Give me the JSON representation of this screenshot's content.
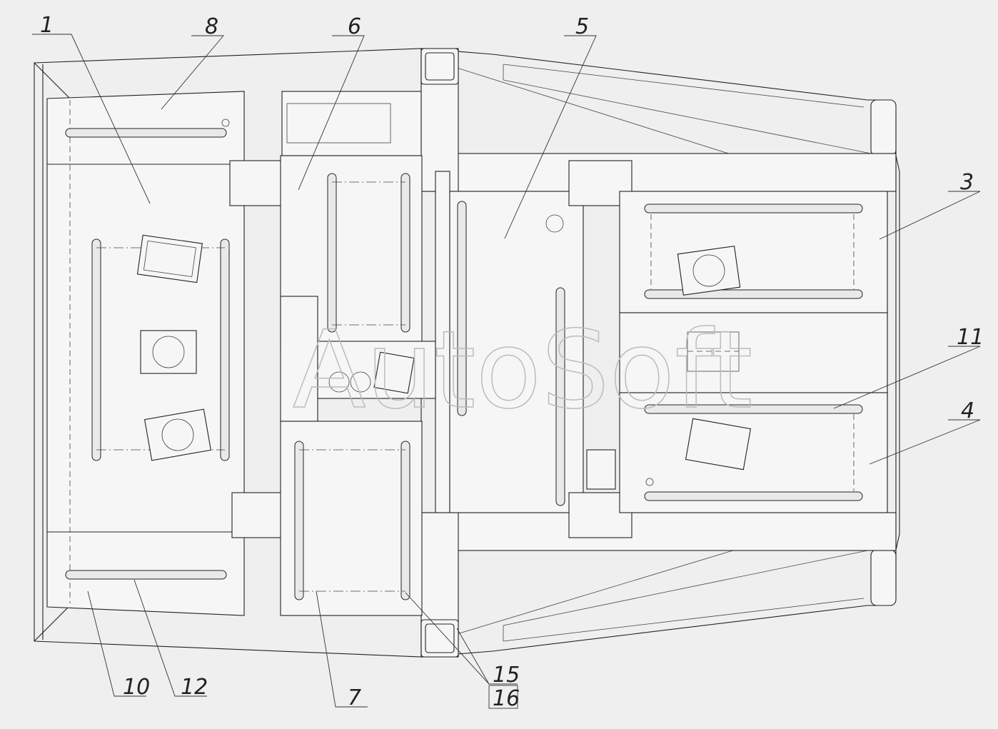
{
  "diagram": {
    "watermark": "AutoSoft",
    "callouts": [
      {
        "id": "c1",
        "text": "1"
      },
      {
        "id": "c8",
        "text": "8"
      },
      {
        "id": "c6",
        "text": "6"
      },
      {
        "id": "c5",
        "text": "5"
      },
      {
        "id": "c3",
        "text": "3"
      },
      {
        "id": "c11",
        "text": "11"
      },
      {
        "id": "c4",
        "text": "4"
      },
      {
        "id": "c10",
        "text": "10"
      },
      {
        "id": "c12",
        "text": "12"
      },
      {
        "id": "c7",
        "text": "7"
      },
      {
        "id": "c15",
        "text": "15"
      },
      {
        "id": "c16",
        "text": "16"
      }
    ]
  }
}
